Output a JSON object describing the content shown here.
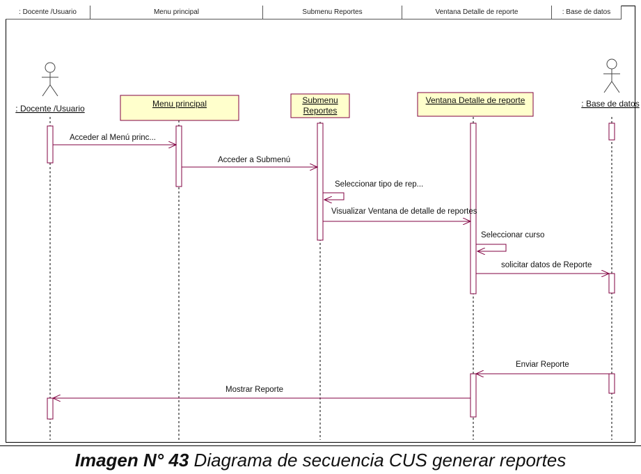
{
  "header": {
    "columns": [
      ": Docente /Usuario",
      "Menu principal",
      "Submenu Reportes",
      "Ventana Detalle de reporte",
      ": Base de datos"
    ]
  },
  "actors": [
    {
      "id": "docente",
      "label": ": Docente /Usuario",
      "kind": "actor"
    },
    {
      "id": "menu",
      "label": "Menu principal",
      "kind": "object"
    },
    {
      "id": "submenu",
      "label_lines": [
        "Submenu",
        "Reportes"
      ],
      "kind": "object"
    },
    {
      "id": "ventana",
      "label": "Ventana Detalle de reporte",
      "kind": "object"
    },
    {
      "id": "bd",
      "label": ": Base de datos",
      "kind": "actor"
    }
  ],
  "messages": [
    {
      "from": "docente",
      "to": "menu",
      "label": "Acceder al Menú princ..."
    },
    {
      "from": "menu",
      "to": "submenu",
      "label": "Acceder a Submenú"
    },
    {
      "from": "submenu",
      "to": "submenu",
      "label": "Seleccionar tipo de rep..."
    },
    {
      "from": "submenu",
      "to": "ventana",
      "label": "Visualizar Ventana de detalle de reportes"
    },
    {
      "from": "ventana",
      "to": "ventana",
      "label": "Seleccionar curso"
    },
    {
      "from": "ventana",
      "to": "bd",
      "label": "solicitar datos de Reporte"
    },
    {
      "from": "bd",
      "to": "ventana",
      "label": "Enviar Reporte"
    },
    {
      "from": "ventana",
      "to": "docente",
      "label": "Mostrar Reporte"
    }
  ],
  "caption": {
    "number": "Imagen N° 43",
    "text": "Diagrama de secuencia CUS generar reportes"
  },
  "colors": {
    "object_fill": "#ffffcc",
    "object_border": "#800040",
    "message_line": "#800040",
    "lifeline": "#000000"
  }
}
